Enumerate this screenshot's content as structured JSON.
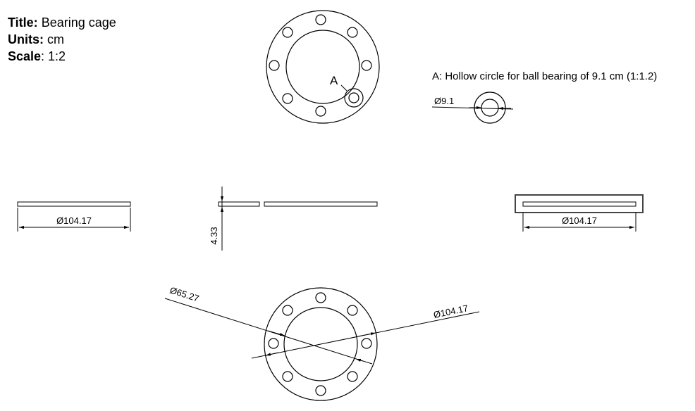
{
  "title_block": {
    "title_label": "Title:",
    "title_value": "Bearing cage",
    "units_label": "Units:",
    "units_value": "cm",
    "scale_label": "Scale",
    "scale_value": ": 1:2"
  },
  "detail_note": "A: Hollow circle for ball bearing of 9.1 cm (1:1.2)",
  "detail_marker": "A",
  "dimensions": {
    "detail_diameter": "Ø9.1",
    "side_left_diameter": "Ø104.17",
    "thickness": "4.33",
    "side_right_diameter": "Ø104.17",
    "bottom_inner_diameter": "Ø65.27",
    "bottom_outer_diameter": "Ø104.17"
  }
}
